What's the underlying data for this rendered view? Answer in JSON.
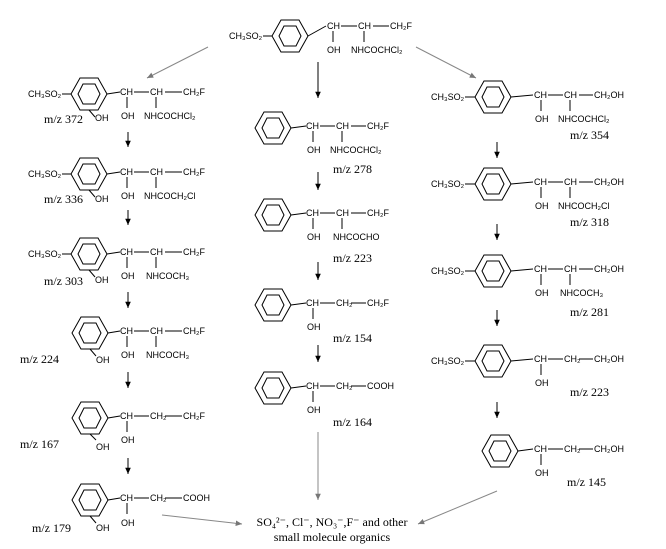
{
  "labels": {
    "ch3so2": "CH₃SO₂",
    "ch": "CH",
    "oh": "OH",
    "ch2f": "CH₂F",
    "ch2oh": "CH₂OH",
    "ch2": "CH₂",
    "cooh": "COOH",
    "nhcocl2": "NHCOCHCl₂",
    "nhcoch2cl": "NHCOCH₂Cl",
    "nhcoch3": "NHCOCH₃",
    "nhcocho": "NHCOCHO"
  },
  "mz": {
    "l372": "m/z 372",
    "l336": "m/z 336",
    "l303": "m/z 303",
    "l224": "m/z 224",
    "l167": "m/z 167",
    "l179": "m/z 179",
    "m278": "m/z 278",
    "m223": "m/z 223",
    "m154": "m/z 154",
    "m164": "m/z 164",
    "r354": "m/z 354",
    "r318": "m/z 318",
    "r281": "m/z 281",
    "r223": "m/z 223",
    "r145": "m/z 145"
  },
  "products": {
    "line1": "SO₄²⁻, Cl⁻, NO₃⁻,F⁻ and other",
    "line2": "small molecule organics"
  }
}
